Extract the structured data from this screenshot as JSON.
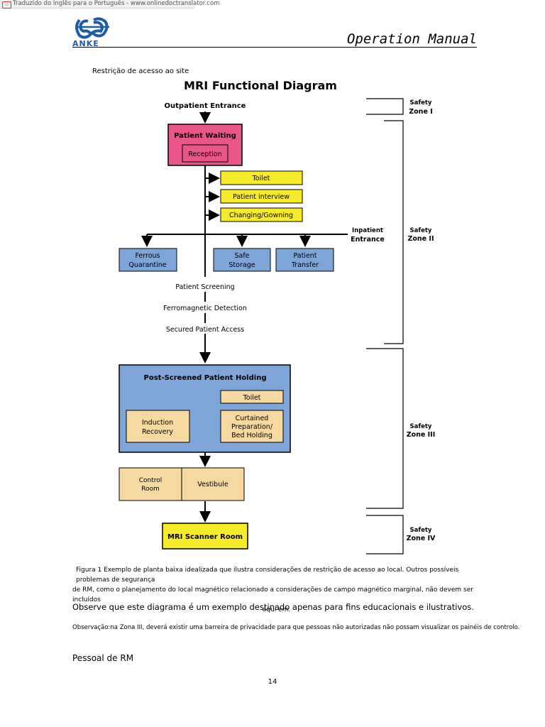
{
  "banner": "Traduzido do Inglês para o Português - www.onlinedoctranslator.com",
  "header": {
    "manual_title": "Operation Manual",
    "logo_text": "ANKE"
  },
  "subtitle": "Restrição de acesso ao site",
  "diagram": {
    "title": "MRI Functional Diagram",
    "outpatient": "Outpatient Entrance",
    "patient_waiting": "Patient Waiting",
    "reception": "Reception",
    "toilet": "Toilet",
    "interview": "Patient interview",
    "changing": "Changing/Gowning",
    "inpatient_1": "Inpatient",
    "inpatient_2": "Entrance",
    "ferrous_1": "Ferrous",
    "ferrous_2": "Quarantine",
    "safe_1": "Safe",
    "safe_2": "Storage",
    "transfer_1": "Patient",
    "transfer_2": "Transfer",
    "screening": "Patient Screening",
    "ferro": "Ferromagnetic Detection",
    "secured": "Secured Patient Access",
    "holding": "Post-Screened Patient Holding",
    "toilet2": "Toilet",
    "induction_1": "Induction",
    "induction_2": "Recovery",
    "curtained_1": "Curtained",
    "curtained_2": "Preparation/",
    "curtained_3": "Bed Holding",
    "control_1": "Control",
    "control_2": "Room",
    "vestibule": "Vestibule",
    "scanner": "MRI Scanner Room",
    "zones": [
      {
        "a": "Safety",
        "b": "Zone I"
      },
      {
        "a": "Safety",
        "b": "Zone II"
      },
      {
        "a": "Safety",
        "b": "Zone III"
      },
      {
        "a": "Safety",
        "b": "Zone IV"
      }
    ],
    "colors": {
      "pink": "#e9578a",
      "yellow": "#f7ec2b",
      "blue": "#7ea5d8",
      "tan": "#f6d9a1"
    }
  },
  "caption": {
    "line1": "Figura 1 Exemplo de planta baixa idealizada que ilustra considerações de restrição de acesso ao local. Outros possíveis problemas de segurança",
    "line2": "de RM, como o planejamento do local magnético relacionado a considerações de campo magnético marginal, não devem ser incluídos",
    "line3": "aqui em."
  },
  "note1": "Observe que este diagrama é um exemplo destinado apenas para fins educacionais e ilustrativos.",
  "note2": "Observação:na Zona III, deverá existir uma barreira de privacidade para que pessoas não autorizadas não possam visualizar os painéis de controlo.",
  "section_heading": "Pessoal de RM",
  "page_number": "14"
}
